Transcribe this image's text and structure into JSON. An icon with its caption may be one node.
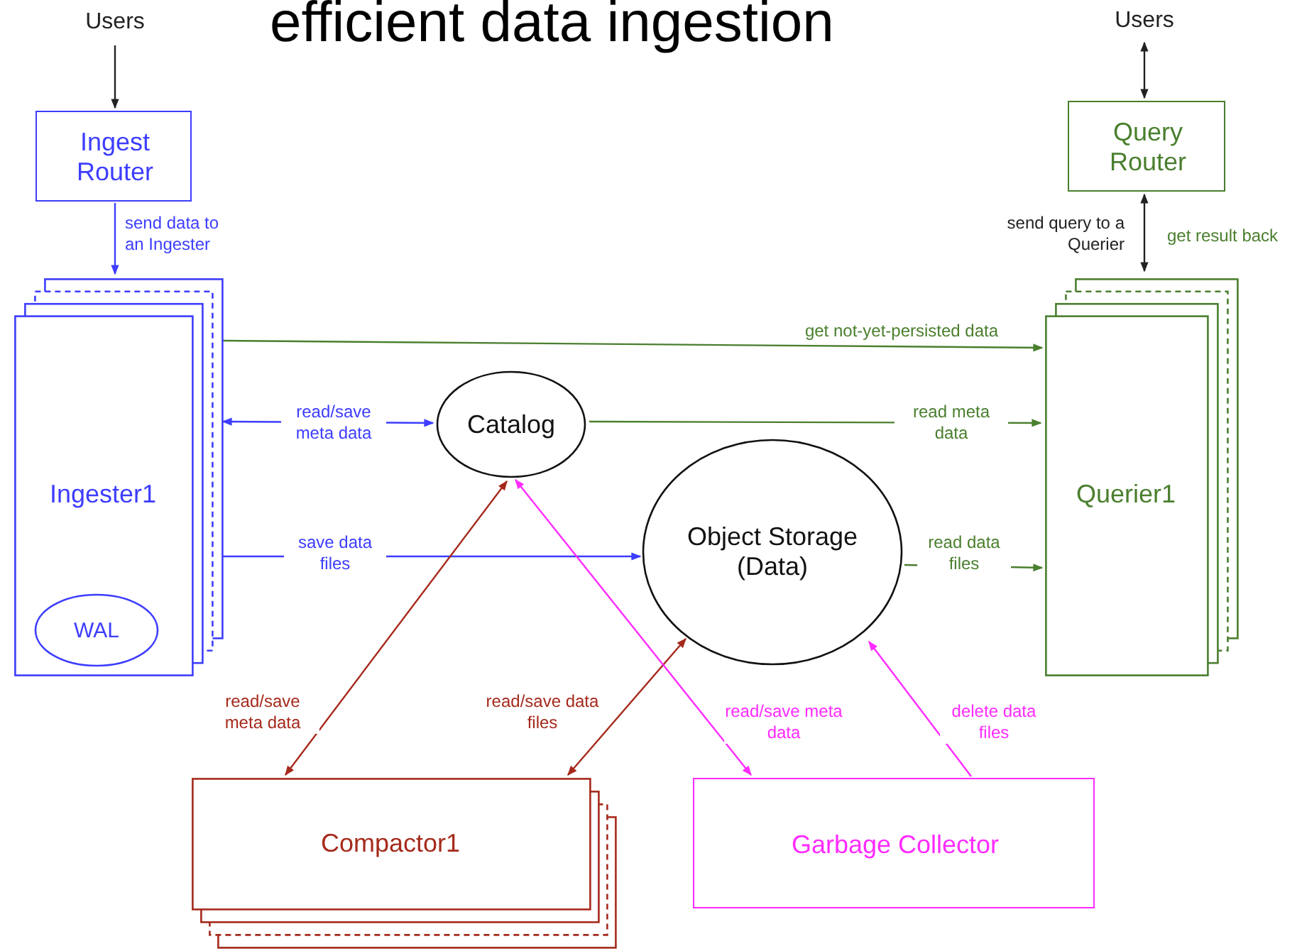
{
  "diagram": {
    "title": "efficient data ingestion",
    "nodes": [
      {
        "text": [
          "Users"
        ]
      },
      {
        "text": [
          "Ingest Router"
        ]
      },
      {
        "text": [
          "Ingester1"
        ]
      },
      {
        "text": [
          "WAL"
        ],
        "in": 2
      },
      {
        "text": [
          "Users"
        ]
      },
      {
        "text": [
          "Query Router"
        ]
      },
      {
        "text": [
          "Querier1"
        ]
      },
      {
        "text": [
          "Catalog"
        ]
      },
      {
        "text": [
          "Object Storage (Data)"
        ]
      },
      {
        "text": [
          "Compactor1"
        ]
      },
      {
        "text": [
          "Garbage Collector"
        ]
      }
    ],
    "edges": [
      {
        "from": 0,
        "to": 1,
        "arrow": "to"
      },
      {
        "from": 1,
        "to": 2,
        "arrow": "to",
        "label": "send data to an Ingester",
        "color": "#3d3dff"
      },
      {
        "from": 4,
        "to": 5,
        "arrow": "both"
      },
      {
        "from": 5,
        "to": 6,
        "arrow": "both",
        "label": "send query to a Querier"
      },
      {
        "from": 2,
        "to": 6,
        "arrow": "to",
        "label": "get not-yet-persisted data",
        "color": "#4a7f2e"
      },
      {
        "from": 7,
        "to": 2,
        "arrow": "both",
        "label": "read/save meta data",
        "color": "#3d3dff"
      },
      {
        "from": 7,
        "to": 6,
        "arrow": "to",
        "label": "read meta data",
        "color": "#4a7f2e"
      },
      {
        "from": 2,
        "to": 8,
        "arrow": "to",
        "label": "save data files",
        "color": "#3d3dff"
      },
      {
        "from": 8,
        "to": 6,
        "arrow": "to",
        "label": "read data files",
        "color": "#4a7f2e"
      },
      {
        "from": 9,
        "to": 7,
        "arrow": "both",
        "label": "read/save meta data",
        "color": "#a52a1c"
      },
      {
        "from": 9,
        "to": 8,
        "arrow": "both",
        "label": "read/save data files",
        "color": "#a52a1c"
      },
      {
        "from": 7,
        "to": 10,
        "arrow": "both",
        "label": "read/save meta data",
        "color": "#ff2bff"
      },
      {
        "from": 10,
        "to": 8,
        "arrow": "to",
        "label": "delete data files",
        "color": "#ff2bff"
      }
    ],
    "labels": [
      "get result back"
    ]
  }
}
